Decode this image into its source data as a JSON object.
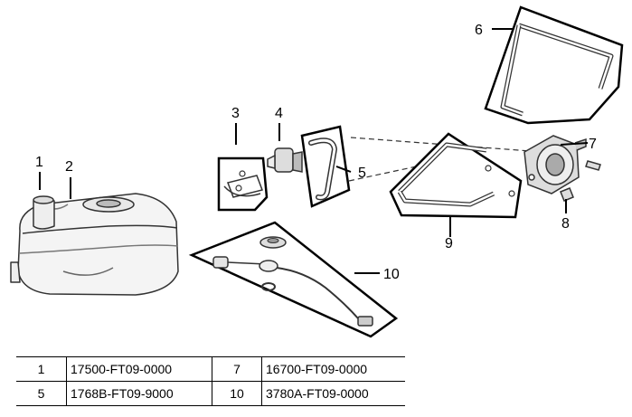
{
  "callouts": [
    "1",
    "2",
    "3",
    "4",
    "5",
    "6",
    "7",
    "8",
    "9",
    "10"
  ],
  "parts_table": [
    [
      {
        "num": "1",
        "part": "17500-FT09-0000"
      },
      {
        "num": "7",
        "part": "16700-FT09-0000"
      }
    ],
    [
      {
        "num": "5",
        "part": "1768B-FT09-9000"
      },
      {
        "num": "10",
        "part": "3780A-FT09-0000"
      }
    ]
  ]
}
